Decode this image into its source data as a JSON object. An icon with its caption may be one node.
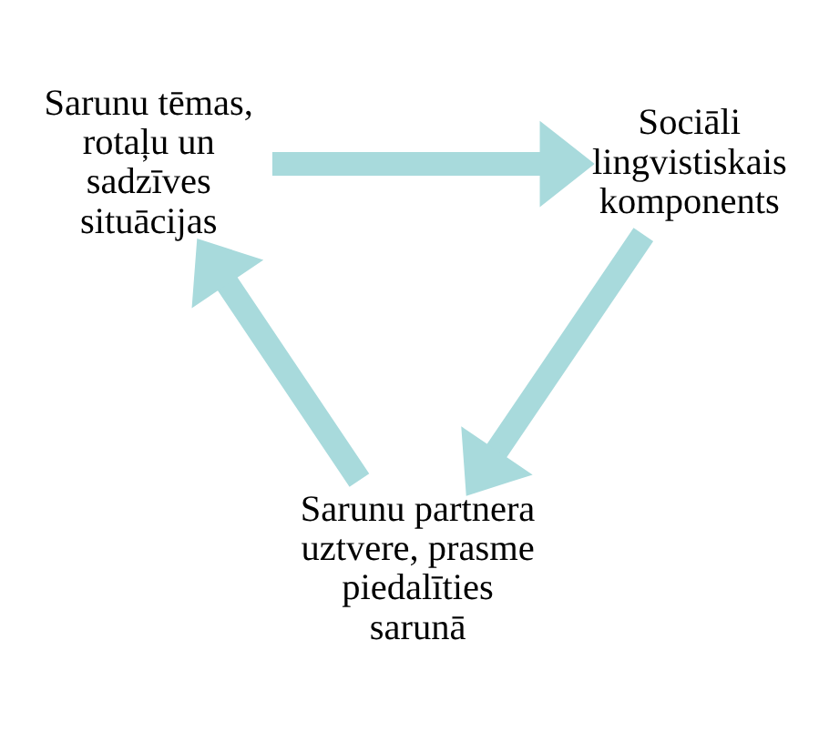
{
  "diagram": {
    "nodes": [
      {
        "text": [
          "Sarunu tēmas, rotaļu un sadzīves situācijas"
        ]
      },
      {
        "text": [
          "Sociāli lingvistiskais komponents"
        ]
      },
      {
        "text": [
          "Sarunu partnera uztvere, prasme piedalīties sarunā"
        ]
      }
    ],
    "edges": [
      {
        "from": 0,
        "to": 1,
        "arrow": "to"
      },
      {
        "from": 1,
        "to": 2,
        "arrow": "to"
      },
      {
        "from": 2,
        "to": 0,
        "arrow": "to"
      }
    ]
  }
}
